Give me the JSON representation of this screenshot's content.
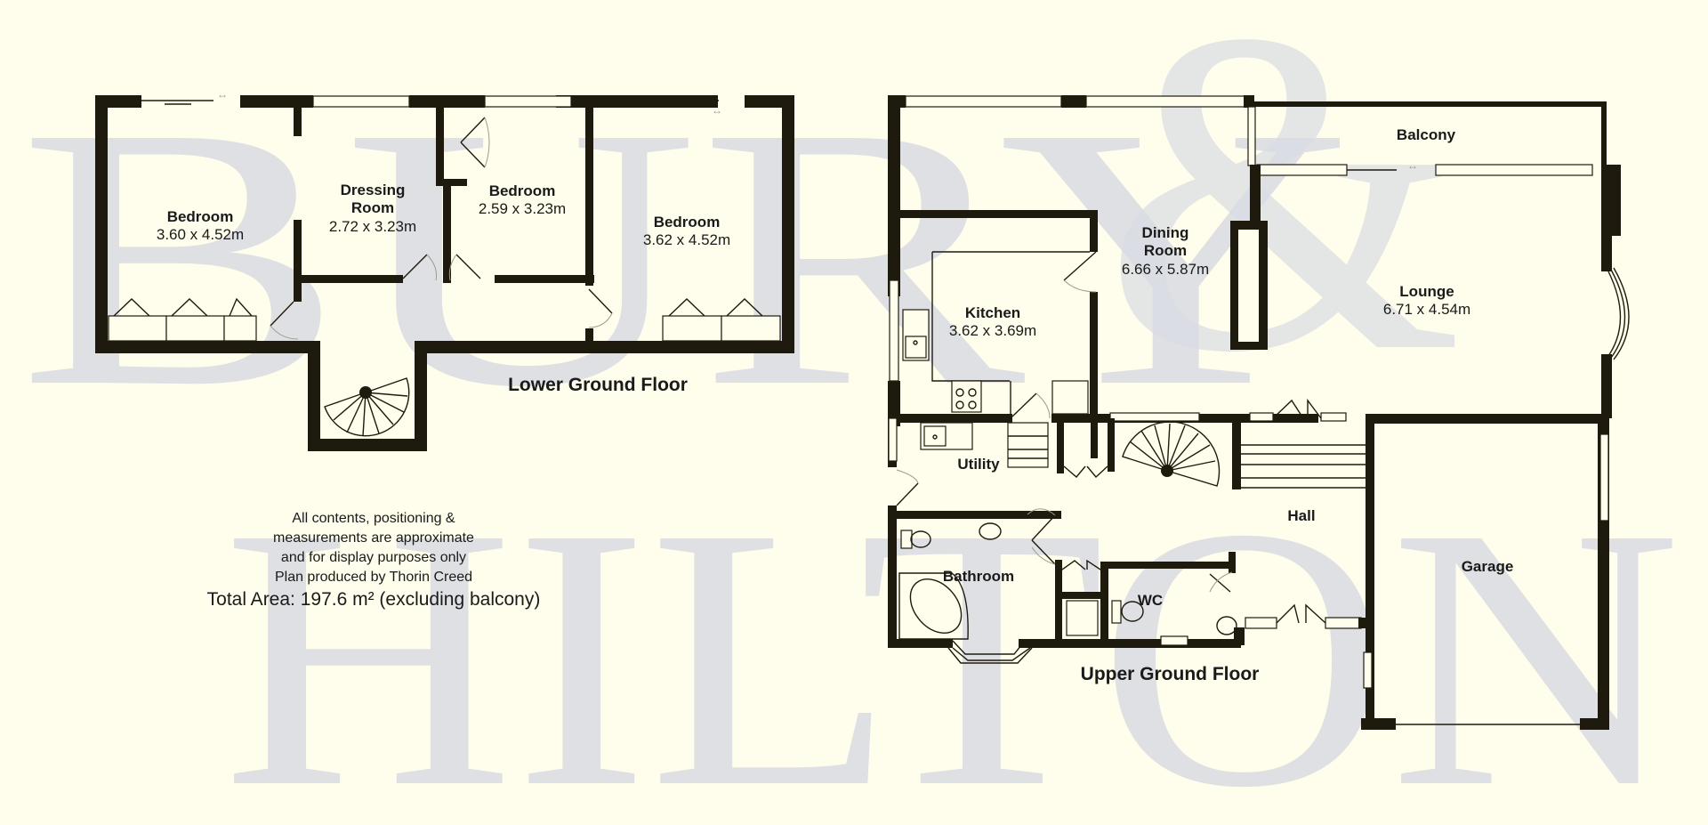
{
  "watermark": {
    "line1": "BURY",
    "ampersand": "&",
    "line2": "HILTON",
    "color": "#D9DCE3"
  },
  "colors": {
    "background": "#FFFDEB",
    "walls": "#1E1A0E",
    "text": "#1A1A1A"
  },
  "lower_ground_floor": {
    "title": "Lower Ground Floor",
    "rooms": [
      {
        "name": "Bedroom",
        "dimensions": "3.60 x 4.52m"
      },
      {
        "name": "Dressing Room",
        "name_line1": "Dressing",
        "name_line2": "Room",
        "dimensions": "2.72 x 3.23m"
      },
      {
        "name": "Bedroom",
        "dimensions": "2.59 x 3.23m"
      },
      {
        "name": "Bedroom",
        "dimensions": "3.62 x 4.52m"
      }
    ]
  },
  "upper_ground_floor": {
    "title": "Upper Ground Floor",
    "rooms": [
      {
        "name": "Balcony",
        "dimensions": ""
      },
      {
        "name": "Dining Room",
        "name_line1": "Dining",
        "name_line2": "Room",
        "dimensions": "6.66 x 5.87m"
      },
      {
        "name": "Kitchen",
        "dimensions": "3.62 x 3.69m"
      },
      {
        "name": "Lounge",
        "dimensions": "6.71 x 4.54m"
      },
      {
        "name": "Utility",
        "dimensions": ""
      },
      {
        "name": "Bathroom",
        "dimensions": ""
      },
      {
        "name": "WC",
        "dimensions": ""
      },
      {
        "name": "Hall",
        "dimensions": ""
      },
      {
        "name": "Garage",
        "dimensions": ""
      }
    ]
  },
  "notes": {
    "lines": [
      "All contents, positioning &",
      "measurements are approximate",
      "and for display purposes only",
      "Plan produced by Thorin Creed"
    ],
    "total_area": "Total Area: 197.6 m² (excluding balcony)"
  }
}
